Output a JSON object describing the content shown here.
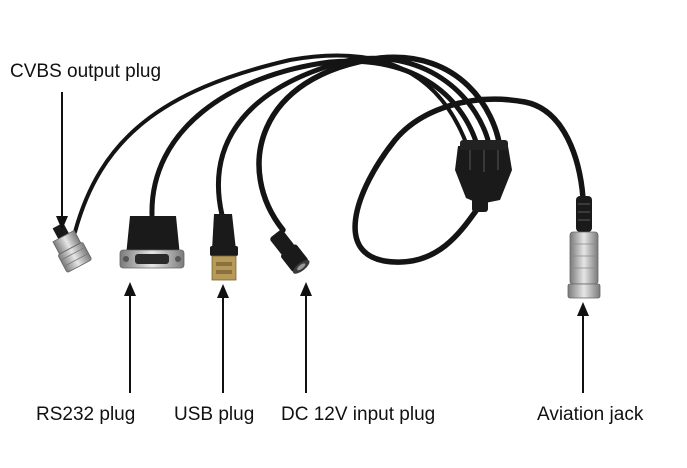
{
  "labels": {
    "cvbs": "CVBS output plug",
    "rs232": "RS232 plug",
    "usb": "USB plug",
    "dc": "DC 12V input plug",
    "aviation": "Aviation jack"
  },
  "colors": {
    "cable": "#141414",
    "metal": "#b8b8b8",
    "arrow": "#111111",
    "usb_gold": "#b89a58"
  }
}
